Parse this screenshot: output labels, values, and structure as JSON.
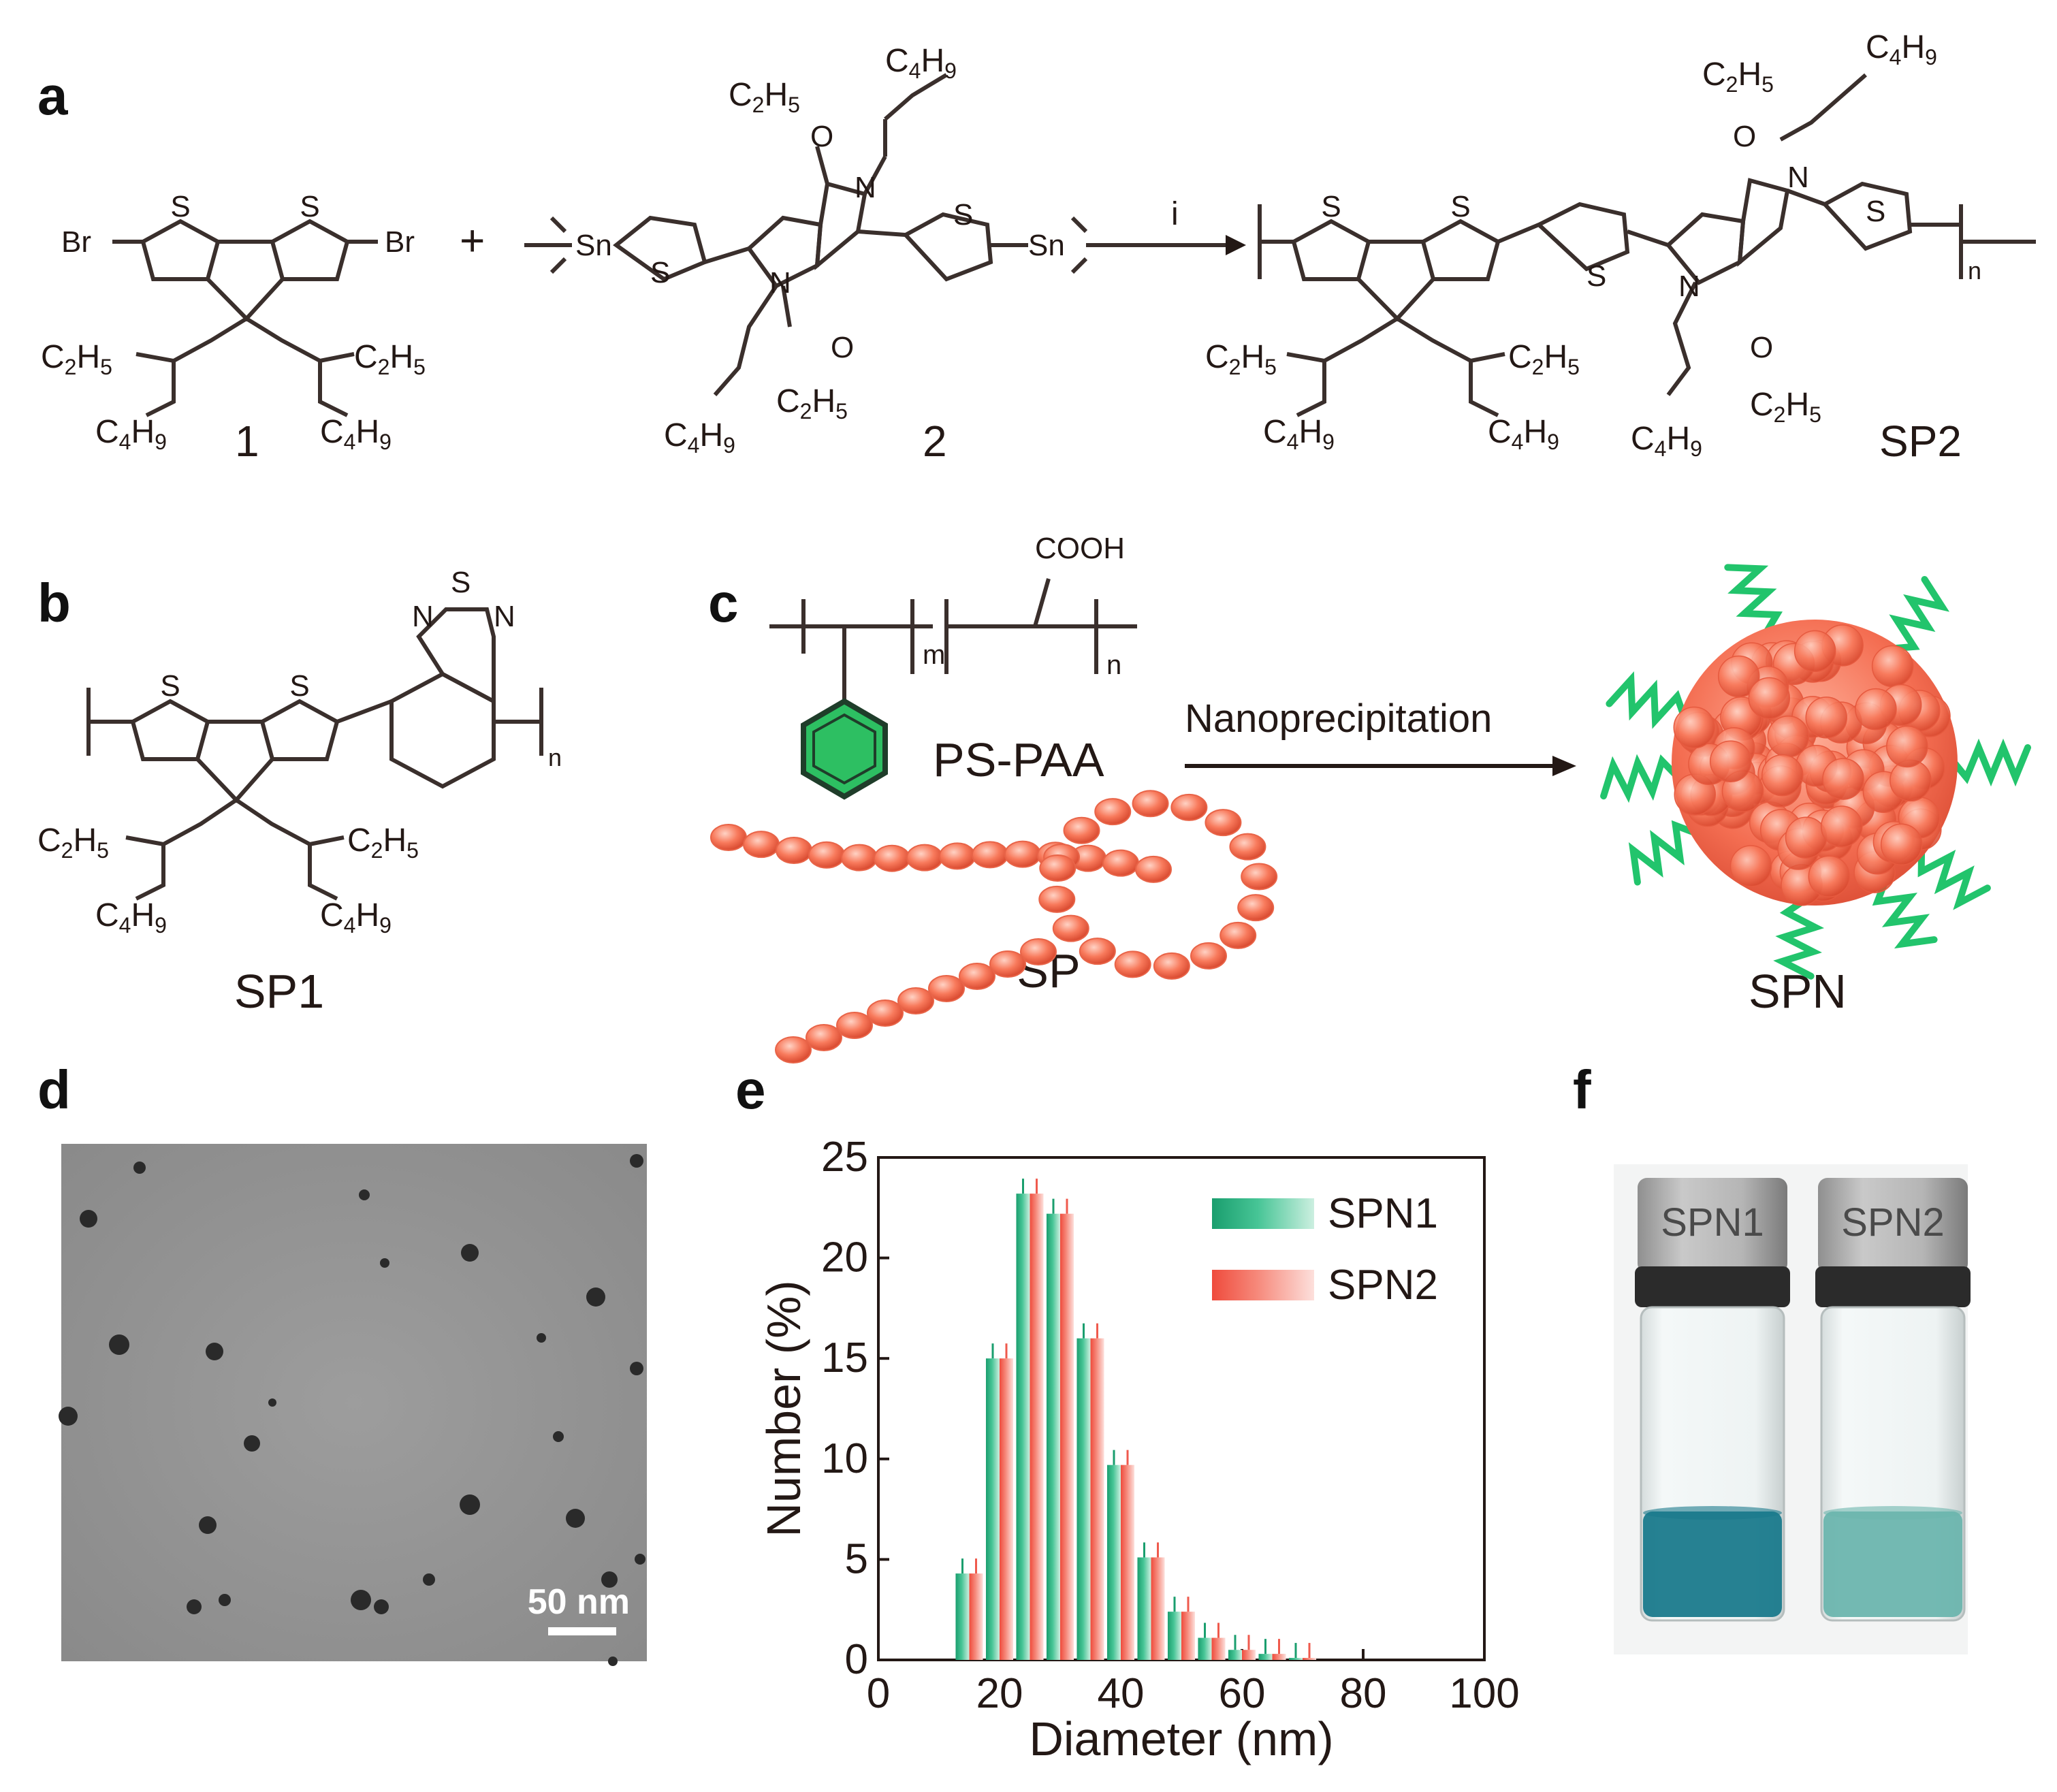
{
  "panels": {
    "a": "a",
    "b": "b",
    "c": "c",
    "d": "d",
    "e": "e",
    "f": "f"
  },
  "scheme_a": {
    "compound1": "1",
    "compound2": "2",
    "product": "SP2",
    "plus": "+",
    "reagent": "i",
    "br": "Br",
    "sn": "Sn",
    "s": "S",
    "n_atom": "N",
    "o_atom": "O",
    "sub_n": "n",
    "c2h5": "C2H5",
    "c4h9": "C4H9"
  },
  "structure_b": {
    "name": "SP1",
    "s": "S",
    "n_atom": "N",
    "sub_n": "n"
  },
  "scheme_c": {
    "cooh": "COOH",
    "sub_m": "m",
    "sub_n": "n",
    "pspaa": "PS-PAA",
    "sp": "SP",
    "arrow_label": "Nanoprecipitation",
    "spn": "SPN"
  },
  "tem_d": {
    "scale_label": "50 nm"
  },
  "vials_f": {
    "labels": [
      "SPN1",
      "SPN2"
    ],
    "colors": [
      "#1a7a8c",
      "#6cb5ae"
    ]
  },
  "chart_data": {
    "type": "bar",
    "xlabel": "Diameter (nm)",
    "ylabel": "Number (%)",
    "xlim": [
      0,
      100
    ],
    "ylim": [
      0,
      25
    ],
    "xticks": [
      0,
      20,
      40,
      60,
      80,
      100
    ],
    "yticks": [
      0,
      5,
      10,
      15,
      20,
      25
    ],
    "legend_position": "top-right",
    "x": [
      15,
      20,
      25,
      30,
      35,
      40,
      45,
      50,
      55,
      60,
      65,
      70
    ],
    "series": [
      {
        "name": "SPN1",
        "color": "#1a9e6e",
        "values": [
          4.3,
          15.0,
          23.2,
          22.2,
          16.0,
          9.7,
          5.1,
          2.4,
          1.1,
          0.5,
          0.3,
          0.1
        ]
      },
      {
        "name": "SPN2",
        "color": "#ef5a4d",
        "values": [
          4.3,
          15.0,
          23.2,
          22.2,
          16.0,
          9.7,
          5.1,
          2.4,
          1.1,
          0.5,
          0.3,
          0.1
        ]
      }
    ],
    "colors": {
      "spn1": "#1a9e6e",
      "spn2": "#ef5a4d"
    }
  }
}
